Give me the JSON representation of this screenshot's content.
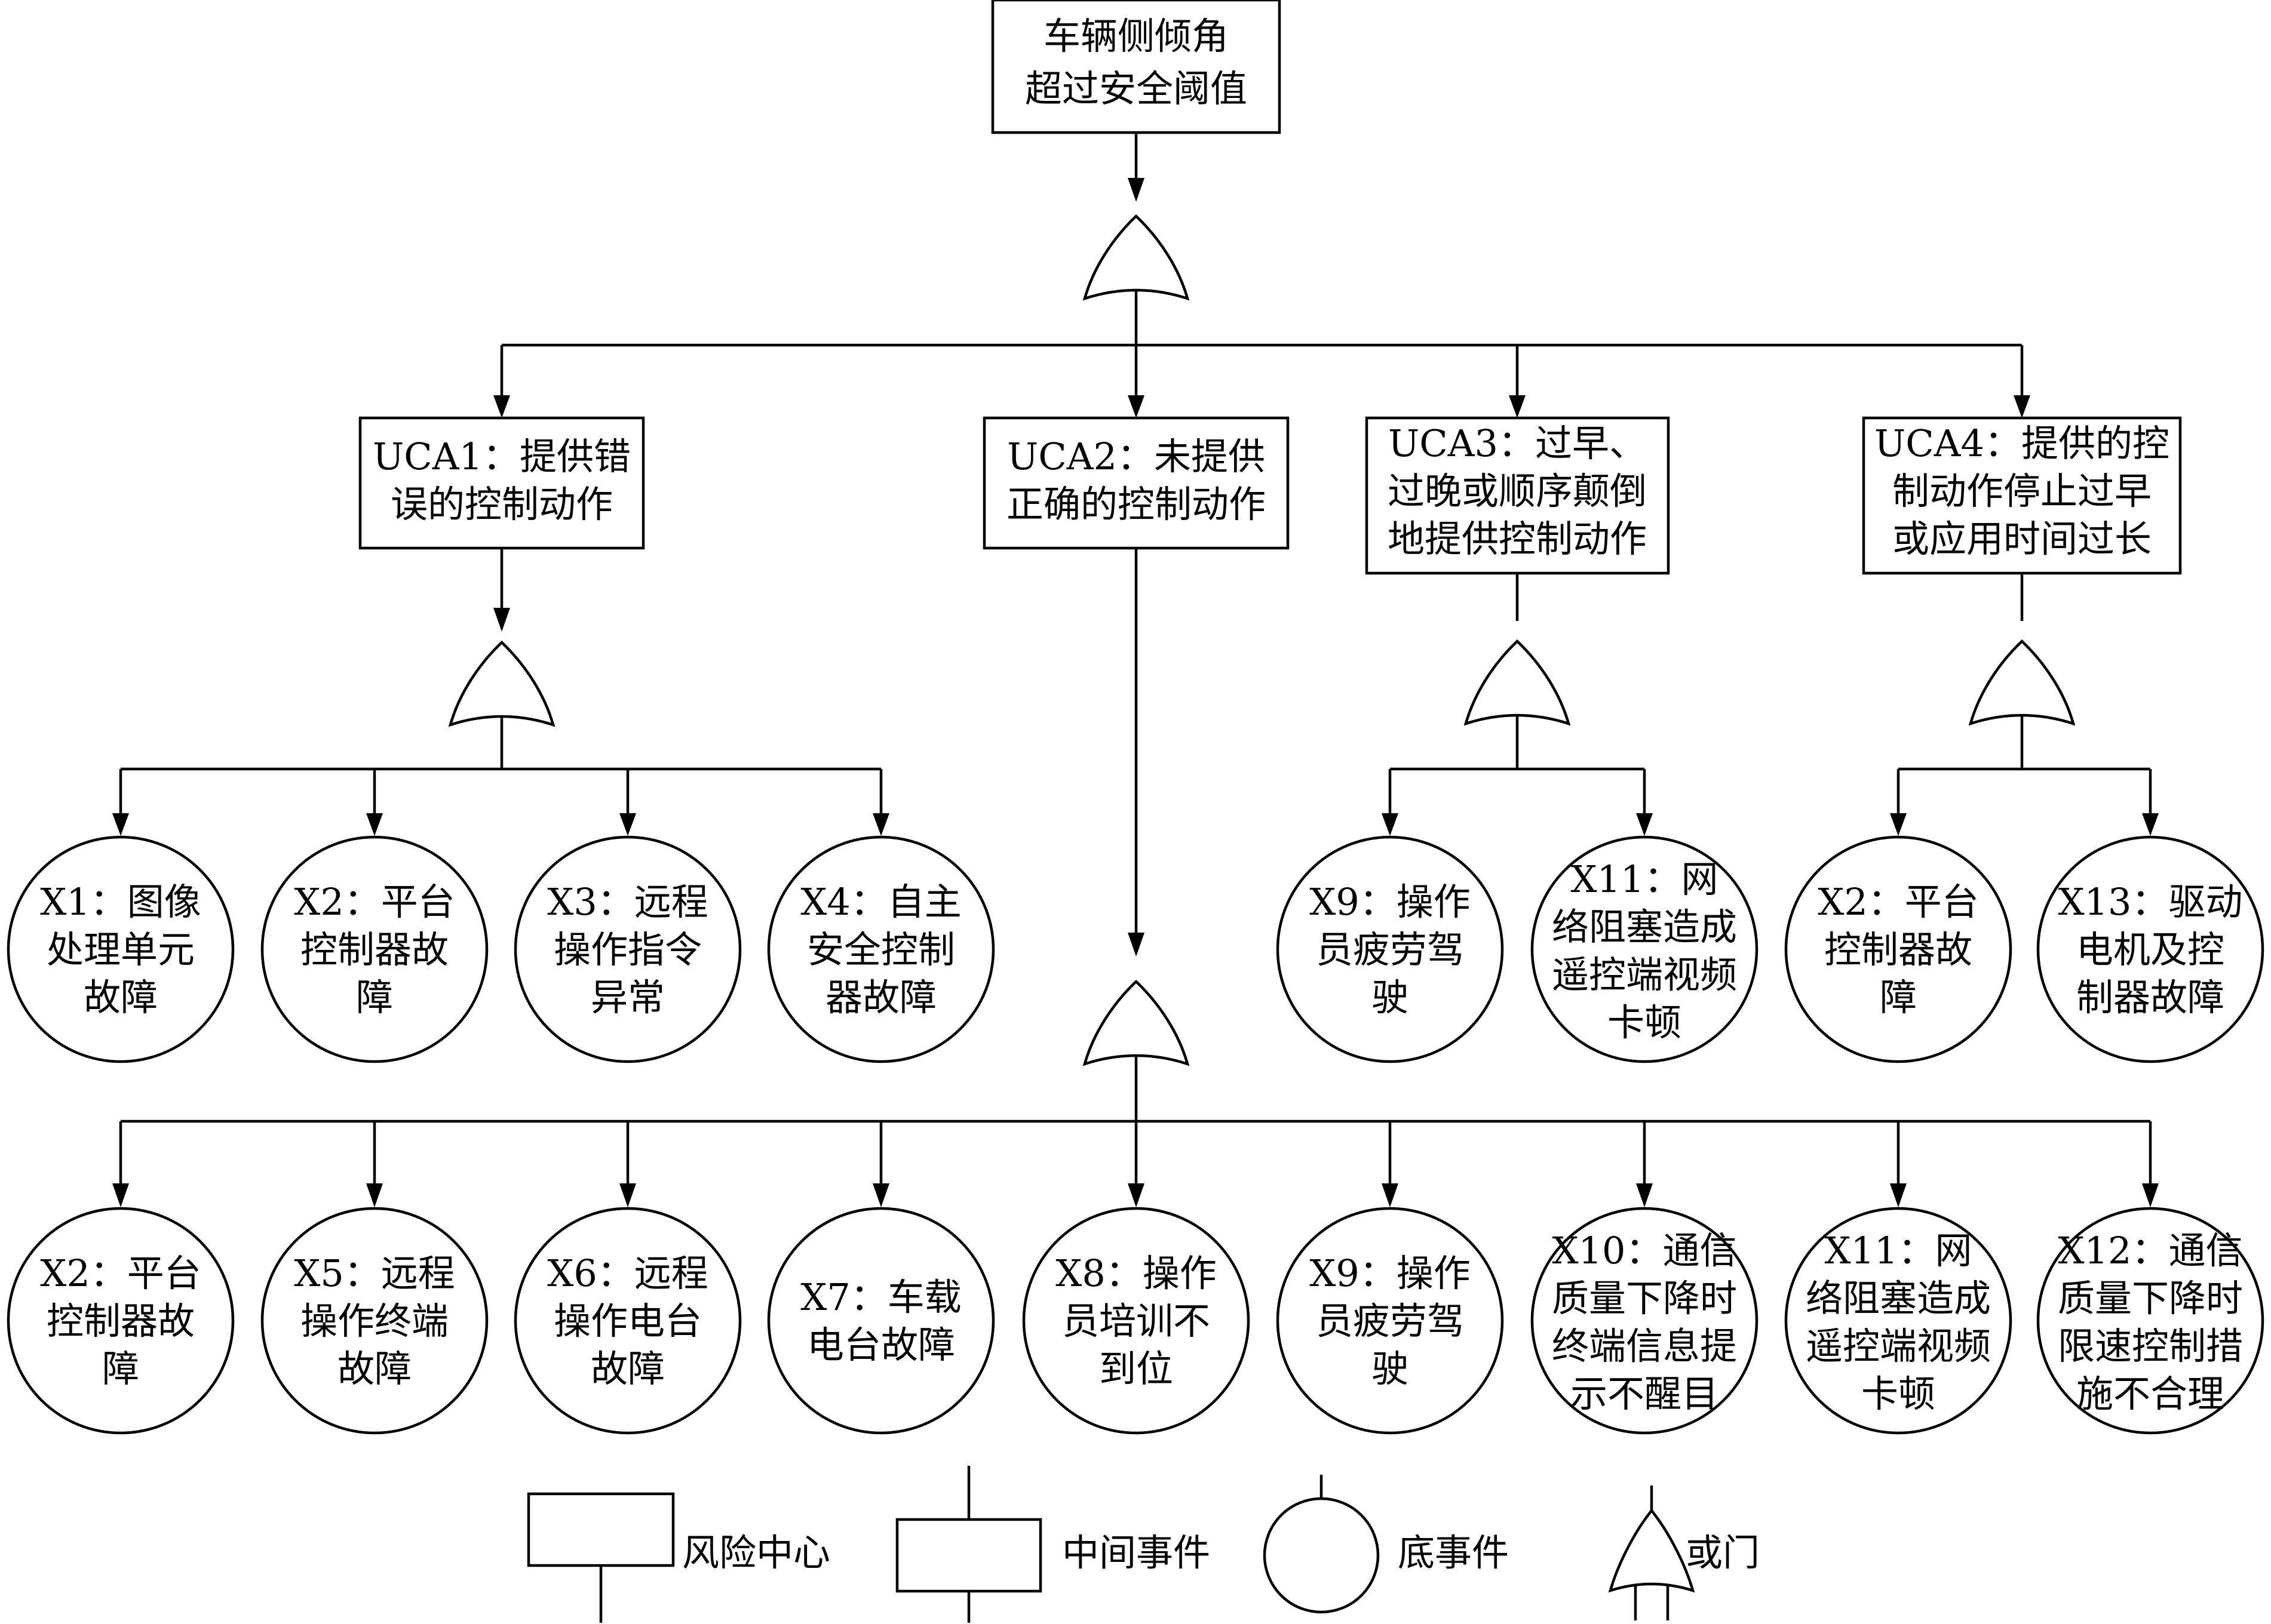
{
  "top_event": {
    "lines": [
      "车辆侧倾角",
      "超过安全阈值"
    ]
  },
  "intermediate_events": [
    {
      "id": "uca1",
      "lines": [
        "UCA1：提供错",
        "误的控制动作"
      ]
    },
    {
      "id": "uca2",
      "lines": [
        "UCA2：未提供",
        "正确的控制动作"
      ]
    },
    {
      "id": "uca3",
      "lines": [
        "UCA3：过早、",
        "过晚或顺序颠倒",
        "地提供控制动作"
      ]
    },
    {
      "id": "uca4",
      "lines": [
        "UCA4：提供的控",
        "制动作停止过早",
        "或应用时间过长"
      ]
    }
  ],
  "basic_events": {
    "uca1": [
      {
        "lines": [
          "X1：图像",
          "处理单元",
          "故障"
        ]
      },
      {
        "lines": [
          "X2：平台",
          "控制器故",
          "障"
        ]
      },
      {
        "lines": [
          "X3：远程",
          "操作指令",
          "异常"
        ]
      },
      {
        "lines": [
          "X4：自主",
          "安全控制",
          "器故障"
        ]
      }
    ],
    "uca3": [
      {
        "lines": [
          "X9：操作",
          "员疲劳驾",
          "驶"
        ]
      },
      {
        "lines": [
          "X11：网",
          "络阻塞造成",
          "遥控端视频",
          "卡顿"
        ]
      }
    ],
    "uca4": [
      {
        "lines": [
          "X2：平台",
          "控制器故",
          "障"
        ]
      },
      {
        "lines": [
          "X13：驱动",
          "电机及控",
          "制器故障"
        ]
      }
    ],
    "uca2": [
      {
        "lines": [
          "X2：平台",
          "控制器故",
          "障"
        ]
      },
      {
        "lines": [
          "X5：远程",
          "操作终端",
          "故障"
        ]
      },
      {
        "lines": [
          "X6：远程",
          "操作电台",
          "故障"
        ]
      },
      {
        "lines": [
          "X7：车载",
          "电台故障"
        ]
      },
      {
        "lines": [
          "X8：操作",
          "员培训不",
          "到位"
        ]
      },
      {
        "lines": [
          "X9：操作",
          "员疲劳驾",
          "驶"
        ]
      },
      {
        "lines": [
          "X10：通信",
          "质量下降时",
          "终端信息提",
          "示不醒目"
        ]
      },
      {
        "lines": [
          "X11：网",
          "络阻塞造成",
          "遥控端视频",
          "卡顿"
        ]
      },
      {
        "lines": [
          "X12：通信",
          "质量下降时",
          "限速控制措",
          "施不合理"
        ]
      }
    ]
  },
  "legend": {
    "risk_center": "风险中心",
    "intermediate_event": "中间事件",
    "basic_event": "底事件",
    "or_gate": "或门"
  }
}
